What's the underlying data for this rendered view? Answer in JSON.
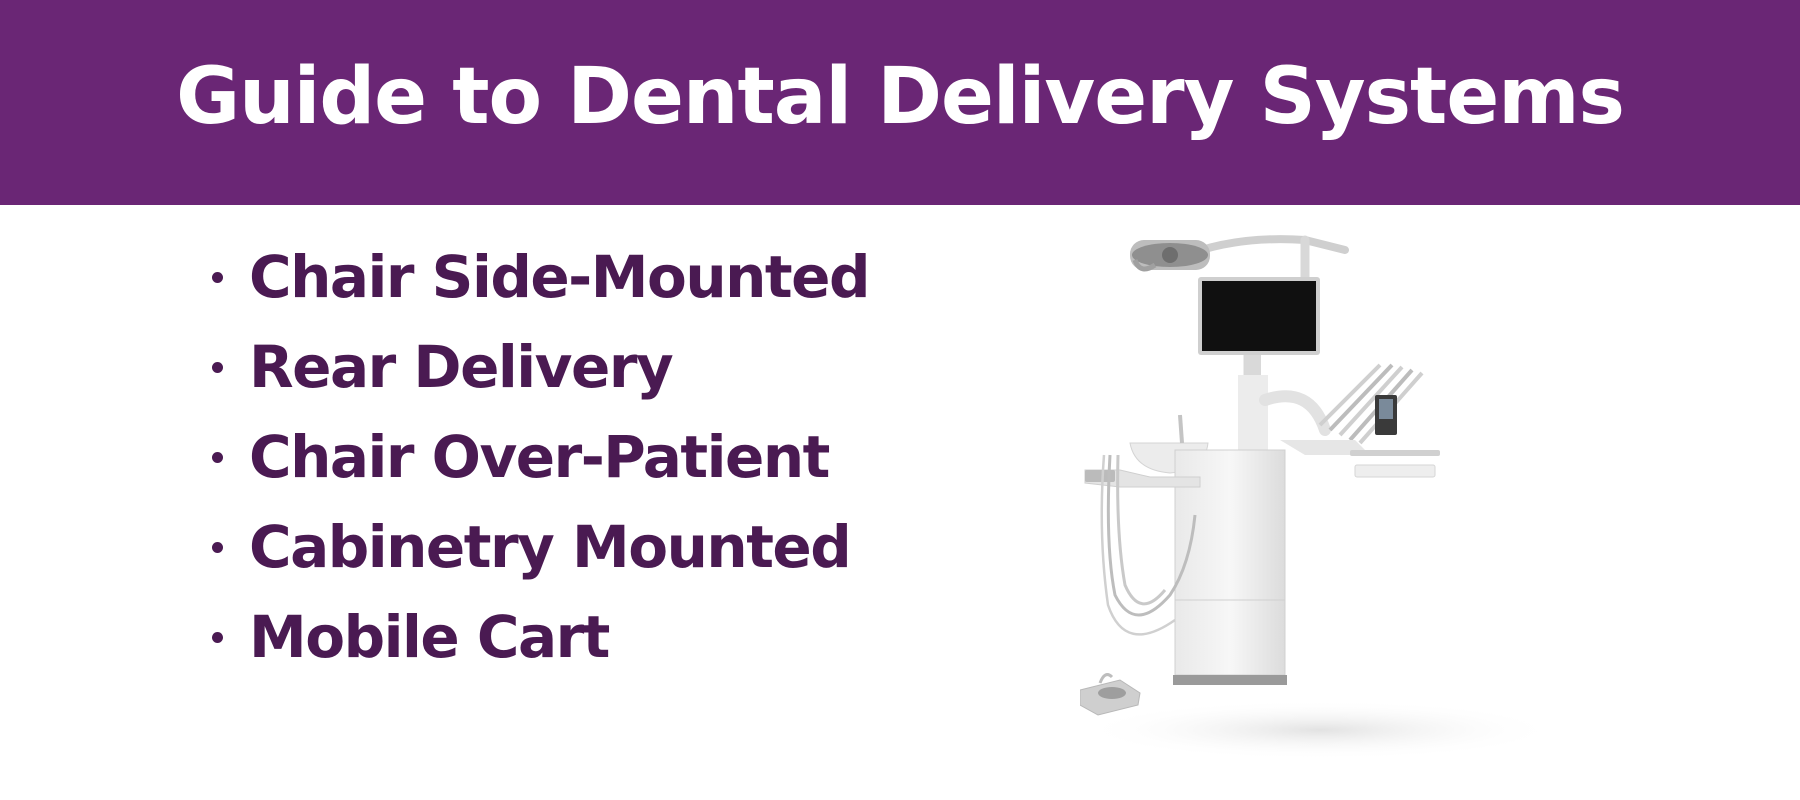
{
  "header": {
    "title": "Guide to Dental Delivery Systems",
    "background_color": "#6a2675",
    "text_color": "#ffffff"
  },
  "list": {
    "text_color": "#4a1a52",
    "items": [
      {
        "label": "Chair Side-Mounted"
      },
      {
        "label": "Rear Delivery"
      },
      {
        "label": "Chair Over-Patient"
      },
      {
        "label": "Cabinetry Mounted"
      },
      {
        "label": "Mobile Cart"
      }
    ]
  },
  "illustration": {
    "subject": "dental-unit-image"
  }
}
